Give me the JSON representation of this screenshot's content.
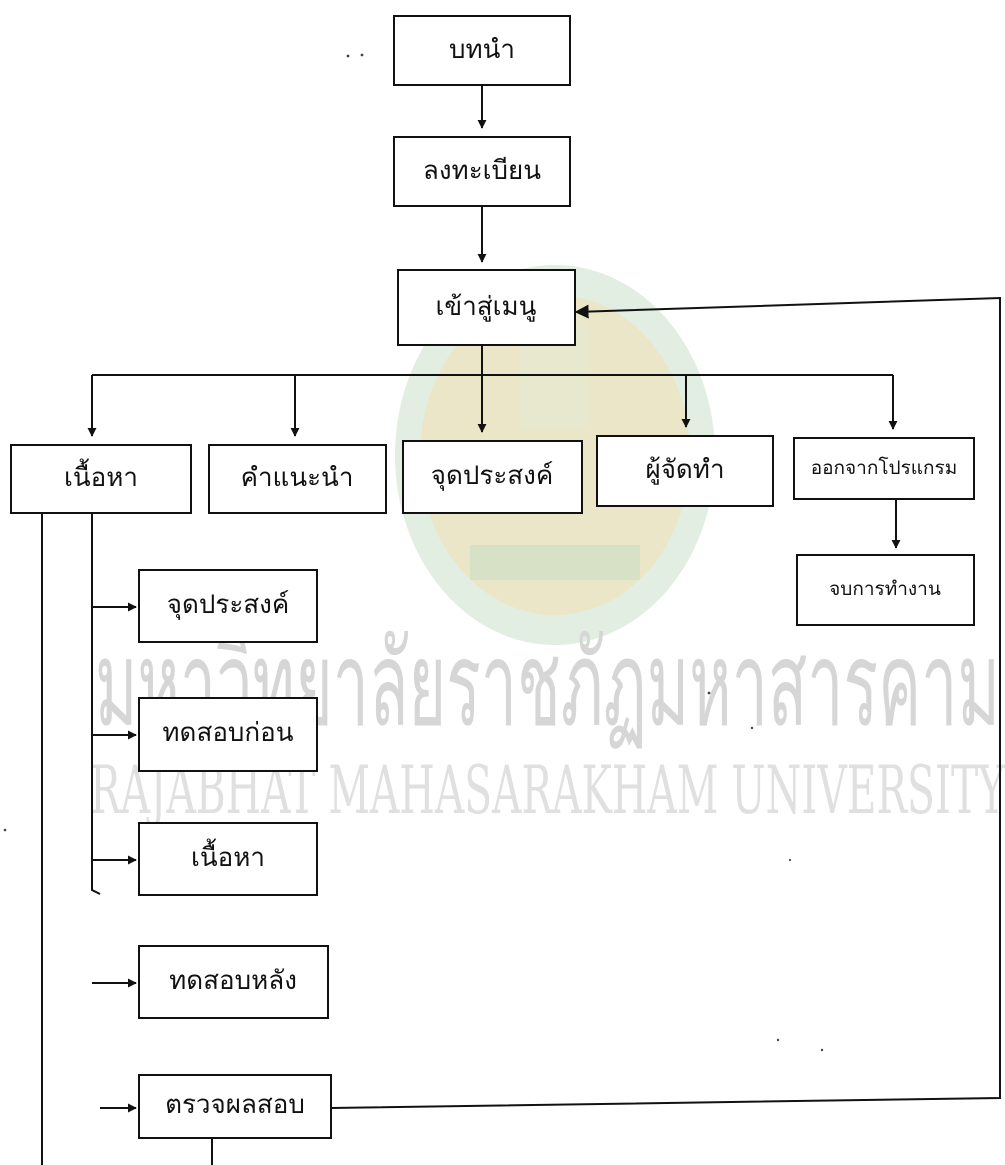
{
  "nodes": {
    "intro": "บทนำ",
    "register": "ลงทะเบียน",
    "menu": "เข้าสู่เมนู",
    "content": "เนื้อหา",
    "advice": "คำแนะนำ",
    "objectives": "จุดประสงค์",
    "authors": "ผู้จัดทำ",
    "exit": "ออกจากโปรแกรม",
    "end": "จบการทำงาน",
    "sub_objectives": "จุดประสงค์",
    "pretest": "ทดสอบก่อน",
    "sub_content": "เนื้อหา",
    "posttest": "ทดสอบหลัง",
    "check_results": "ตรวจผลสอบ"
  },
  "edges": [
    [
      "intro",
      "register"
    ],
    [
      "register",
      "menu"
    ],
    [
      "menu",
      "content"
    ],
    [
      "menu",
      "advice"
    ],
    [
      "menu",
      "objectives"
    ],
    [
      "menu",
      "authors"
    ],
    [
      "menu",
      "exit"
    ],
    [
      "exit",
      "end"
    ],
    [
      "content",
      "sub_objectives"
    ],
    [
      "content",
      "pretest"
    ],
    [
      "content",
      "sub_content"
    ],
    [
      "content",
      "posttest"
    ],
    [
      "content",
      "check_results"
    ],
    [
      "check_results",
      "content"
    ],
    [
      "check_results",
      "menu"
    ]
  ],
  "watermark": {
    "thai": "มหาวิทยาลัยราชภัฏมหาสารคาม",
    "english": "RAJABHAT MAHASARAKHAM UNIVERSITY"
  },
  "colors": {
    "ink": "#111111",
    "seal_gold": "#e7c97a",
    "seal_green": "#9dc79a"
  }
}
